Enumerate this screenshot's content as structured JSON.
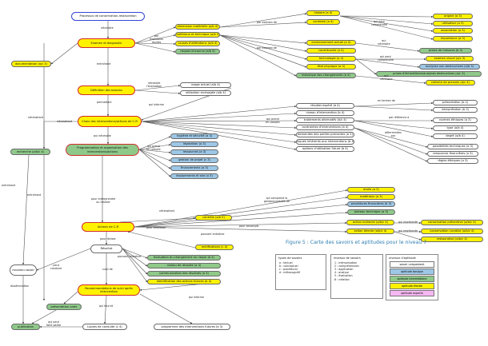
{
  "nodes": {
    "n1": "Processus de conservation-restauration",
    "n2": "Examen et diagnostic",
    "n3": "dimension matérielle (a/b 4)",
    "n4": "matériaux et technique (a/b 4)",
    "n5": "causes d'altérations (a/b 4)",
    "n6": "risques encourus (a/b 4)",
    "n7": "histoire (a 4)",
    "n8": "contexte (a 4)",
    "n9": "origine (a 3)",
    "n10": "utilisation (a 3)",
    "n11": "association (a 3)",
    "n12": "importance (a 3)",
    "n13": "environnement actuel (a 4)",
    "n14": "constituants (a 4)",
    "n15": "technologie (a 4)",
    "n16": "état physique (a 4)",
    "n17": "historique des changements (a 4)",
    "n18": "prises de mesures (b 3)",
    "n19": "examen visuel (a/c 3)",
    "n20": "analyses non-destructives (a/b 3)",
    "n21": "prises d'échantillons/analyses destructives (a/c 3)",
    "n22": "collecte de preuves (a/c 4)",
    "n23": "documentation (a/c 3)",
    "n24": "Définition des besoins",
    "n25": "usage actuel (a/b 4)",
    "n26": "utilisation envisagée (a/b 4)",
    "n27": "Choix des interventions/actions de C-R",
    "n28": "résultat espéré (b 4)",
    "n29": "niveau d'intervention (b 4)",
    "n30": "traitements alternatifs (b/c 4)",
    "n31": "contraintes d'interventions (b 4)",
    "n32": "demandes des parties prenantes (a 2)",
    "n33": "risques inhérents aux interventions (b 4)",
    "n34": "options d'utilisation future (b 4)",
    "n35": "présentation (b 2)",
    "n36": "interprétation (b 2)",
    "n37": "normes éthiques (a 3)",
    "n38": "type (a/b 4)",
    "n39": "degré (a/b 4)",
    "n40": "possibilités techniques (a 3)",
    "n41": "ressources financières (a 3)",
    "n42": "règles éthiques (a 3)",
    "n43": "recherche (a/b/c 4)",
    "n44": "Programmation et organisation des interventions/actions",
    "n45": "hygiène et sécurité (a 3)",
    "n46": "législation (a 3)",
    "n47": "ressources (a 3)",
    "n48": "gestion de projet (c 3)",
    "n49": "financements (a 3)",
    "n50": "équipements et site (a 3)",
    "n51": "Actions de C-R",
    "n52": "droits (a 3)",
    "n53": "matériaux (a 3)",
    "n54": "procédures financières (b 3)",
    "n55": "plateau technique (a 3)",
    "n56": "action indirecte (a/b/c 4)",
    "n57": "action directe (a/b/c 4)",
    "n58": "conservation préventive (a/b/c 4)",
    "n59": "conservation curative (a/b/c 4)",
    "n60": "restauration (a/b/c 4)",
    "n61": "contrôle (a/b 5)",
    "n62": "rectifications (c 4)",
    "n63": "Résultat",
    "n64": "évaluation du changement du risque (b 4)",
    "n65": "niveau de réussite (a 4)",
    "n66": "communication des résultats (a 3)",
    "n67": "identification des actions futures (b 4)",
    "n68": "nouveau savoir",
    "n69": "Recommandations de suivi après intervention",
    "n70": "présentation orale",
    "n71": "publication",
    "n72": "Lignes de conduite (c 4)",
    "n73": "programme des interventions futures (b 3)"
  },
  "labels": {
    "l1": "nécessite",
    "l2": "par\névaluation\ndu/des",
    "l3": "par examen de",
    "l4": "qui peut\ncomprendre",
    "l5": "par examen de",
    "l6": "qui\nnécessite",
    "l7": "qui peut\ncomprendre",
    "l8": "qui\nnécessite",
    "l9": "entraînant",
    "l10": "nécessite\nl'évaluation",
    "l11": "permettant",
    "l12": "qui informe",
    "l13": "nécessitant",
    "l14": "qui prend\nen compte",
    "l15": "en termes de",
    "l16": "par référence à",
    "l17": "déterminées\npar",
    "l18": "qui nécessite",
    "l19": "qui prend\nen compte",
    "l20": "pour entreprendre\nou réaliser",
    "l21": "qui comprend la\ngestion/contrôle de",
    "l22": "pour accomplir",
    "l23": "qui représente",
    "l24": "qui représente",
    "l25": "nécessitant",
    "l26": "pour améliorer",
    "l27": "pouvant entraîner",
    "l28": "pour réviser",
    "l29": "pouvant entraîner",
    "l30": "suivi de",
    "l31": "qui informe",
    "l32": "entraînant",
    "l33": "entraînant",
    "l34": "peut\nconduire",
    "l35": "dissémination",
    "l36": "qui peut\nfaire partie",
    "l37": "qui fournit",
    "l38": "nécessitant"
  },
  "caption": "Figure 5 : Carte des savoirs et aptitudes pour le niveau 7",
  "legend": {
    "types_title": "types de savoirs",
    "types": [
      "a : factuel",
      "b : conceptuel",
      "c : procédural",
      "d : métacognitif"
    ],
    "levels_title": "niveaux de savoirs",
    "levels": [
      "1 : mémorisation",
      "2 : compréhension",
      "3 : application",
      "4 : analyse",
      "5 : évaluation",
      "6 : création"
    ],
    "aptitude_title": "niveaux d'aptitude",
    "aptitudes": [
      "savoir uniquement",
      "aptitude basique",
      "aptitude intermédiaire",
      "aptitude élevée",
      "aptitude experte"
    ],
    "aptitude_colors": [
      "#ffffff",
      "#9dc7e6",
      "#8fc98a",
      "#fff200",
      "#f6b7f2"
    ]
  }
}
